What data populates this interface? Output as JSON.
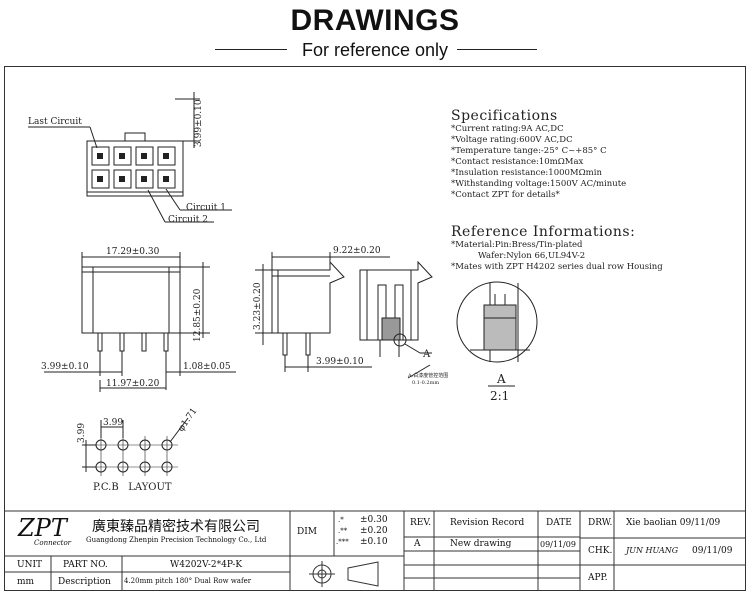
{
  "header": {
    "title": "DRAWINGS",
    "subtitle": "For reference only"
  },
  "specifications": {
    "title": "Specifications",
    "lines": [
      "*Current rating:9A AC,DC",
      "*Voltage rating:600V AC,DC",
      "*Temperature tange:-25° C~+85° C",
      "*Contact resistance:10mΩMax",
      "*Insulation resistance:1000MΩmin",
      "*Withstanding voltage:1500V AC/minute",
      "*Contact ZPT for details*"
    ]
  },
  "reference": {
    "title": "Reference Informations:",
    "lines": [
      "*Material:Pin:Bress/Tin-plated",
      "          Wafer:Nylon 66,UL94V-2",
      "*Mates with ZPT H4202 series dual row Housing"
    ]
  },
  "drawing": {
    "last_circuit": "Last Circuit",
    "circuit_1": "Circuit 1",
    "circuit_2": "Circuit 2",
    "dim_top_height": "3.99±0.10",
    "dim_width": "17.29±0.30",
    "dim_height": "12.85±0.20",
    "dim_pitch_left": "3.99±0.10",
    "dim_edge_right": "1.08±0.05",
    "dim_pin_span": "11.97±0.20",
    "dim_side_width": "9.22±0.20",
    "dim_side_height": "3.23±0.20",
    "dim_side_pitch": "3.99±0.10",
    "section_label": "A",
    "section_note_1": "A:白漆度管控范围",
    "section_note_2": "0.1-0.2mm",
    "detail_label": "A",
    "detail_scale": "2:1",
    "pcb_pitch_x": "3.99",
    "pcb_pitch_y": "3.99",
    "pcb_hole": "φ1.71",
    "pcb_layout": "P.C.B   LAYOUT"
  },
  "title_block": {
    "logo": "ZPT",
    "logo_sub": "Connector",
    "company_cn": "廣東臻品精密技术有限公司",
    "company_en": "Guangdong Zhenpin Precision Technology Co., Ltd",
    "dim_label": "DIM",
    "tol_1": "±0.30",
    "tol_2": "±0.20",
    "tol_3": "±0.10",
    "tol_sym_1": ".*",
    "tol_sym_2": ".**",
    "tol_sym_3": ".***",
    "rev_label": "REV.",
    "revision_record_label": "Revision Record",
    "date_label": "DATE",
    "rev_value": "A",
    "revision_value": "New drawing",
    "date_value": "09/11/09",
    "drw_label": "DRW.",
    "drw_value": "Xie baolian 09/11/09",
    "chk_label": "CHK.",
    "chk_name": "JUN HUANG",
    "chk_date": "09/11/09",
    "app_label": "APP.",
    "unit_label": "UNIT",
    "unit_value": "mm",
    "part_no_label": "PART NO.",
    "part_no_value": "W4202V-2*4P-K",
    "description_label": "Description",
    "description_value": "4.20mm pitch 180° Dual Row wafer"
  }
}
